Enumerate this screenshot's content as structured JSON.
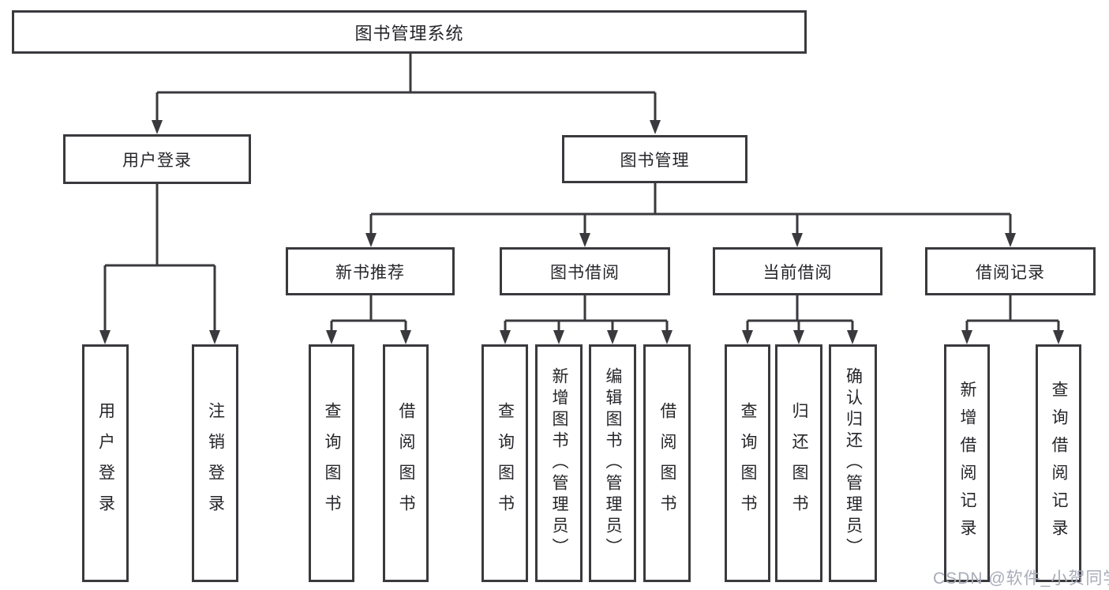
{
  "nodes": {
    "root": "图书管理系统",
    "user_login": "用户登录",
    "book_mgmt": "图书管理",
    "new_book_rec": "新书推荐",
    "book_borrow": "图书借阅",
    "current_borrow": "当前借阅",
    "borrow_records": "借阅记录",
    "leaf_user_login": "用户登录",
    "leaf_logout": "注销登录",
    "leaf_query_book_a": "查询图书",
    "leaf_borrow_book_a": "借阅图书",
    "leaf_query_book_b": "查询图书",
    "leaf_add_book": "新增图书（管理员）",
    "leaf_edit_book": "编辑图书（管理员）",
    "leaf_borrow_book_b": "借阅图书",
    "leaf_query_book_c": "查询图书",
    "leaf_return_book": "归还图书",
    "leaf_confirm_return": "确认归还（管理员）",
    "leaf_add_record": "新增借阅记录",
    "leaf_query_record": "查询借阅记录"
  },
  "hierarchy": {
    "图书管理系统": [
      "用户登录",
      "图书管理"
    ],
    "用户登录": [
      "用户登录",
      "注销登录"
    ],
    "图书管理": [
      "新书推荐",
      "图书借阅",
      "当前借阅",
      "借阅记录"
    ],
    "新书推荐": [
      "查询图书",
      "借阅图书"
    ],
    "图书借阅": [
      "查询图书",
      "新增图书（管理员）",
      "编辑图书（管理员）",
      "借阅图书"
    ],
    "当前借阅": [
      "查询图书",
      "归还图书",
      "确认归还（管理员）"
    ],
    "借阅记录": [
      "新增借阅记录",
      "查询借阅记录"
    ]
  },
  "watermark": {
    "text": "CSDN @软件_小贺同学"
  },
  "colors": {
    "line": "#3a3a3e",
    "box_border": "#3a3a3e",
    "box_fill": "#ffffff",
    "text": "#26262a",
    "background": "#ffffff",
    "watermark_text": "#a8acb8"
  }
}
